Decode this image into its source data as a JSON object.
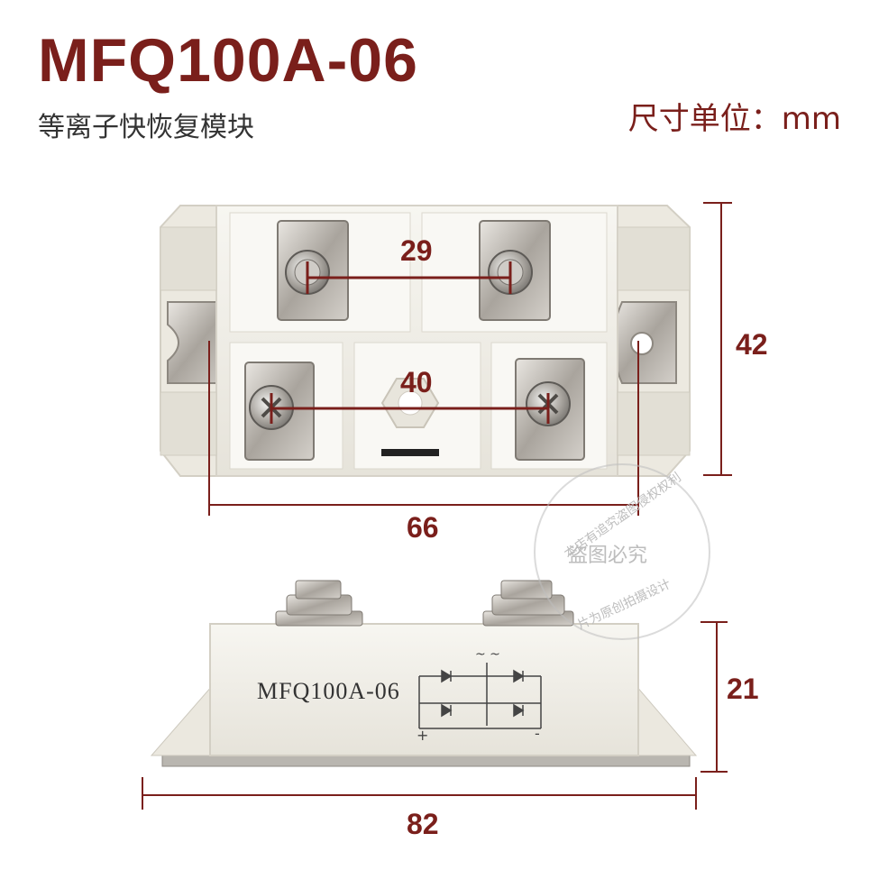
{
  "header": {
    "model": "MFQ100A-06",
    "description": "等离子快恢复模块",
    "unit_label": "尺寸单位：mm"
  },
  "top_view": {
    "terminal_spacing_top": "29",
    "terminal_spacing_bottom": "40",
    "height": "42",
    "width": "66"
  },
  "side_view": {
    "body_marking": "MFQ100A-06",
    "height": "21",
    "width": "82",
    "circuit_symbols": {
      "plus": "+",
      "minus": "-",
      "ac": "~ ~"
    }
  },
  "watermark": {
    "arc_text": "本店有追究盗图侵权权利",
    "center_text": "盗图必究",
    "bottom_text": "片为原创拍摄设计"
  },
  "colors": {
    "accent": "#7a1f1b",
    "module_body": "#f3f1ea",
    "terminal_metal": "#b8b4ae"
  }
}
